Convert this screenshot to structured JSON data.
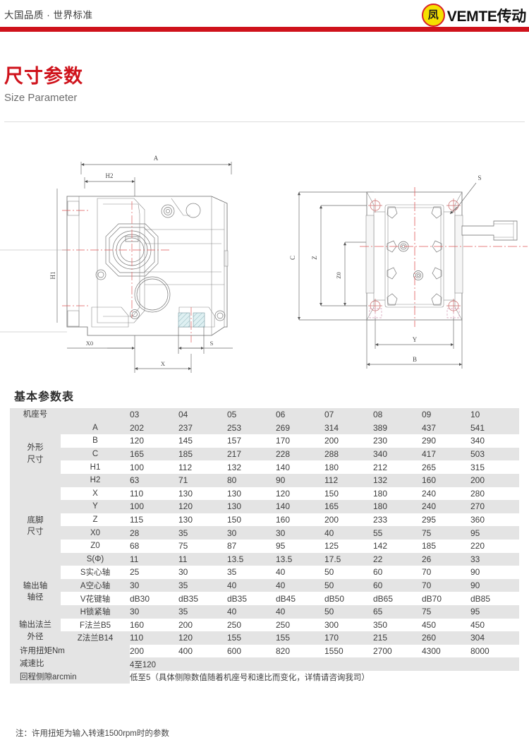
{
  "header": {
    "tagline": "大国品质 · 世界标准",
    "brand_mark_glyph": "凤",
    "brand_name": "VEMTE传动",
    "rule_color": "#cf121b",
    "mark_fill": "#f5e000",
    "mark_border": "#d8202a"
  },
  "title": {
    "cn": "尺寸参数",
    "en": "Size Parameter",
    "color": "#cf121b"
  },
  "drawings": {
    "front_view": {
      "name": "gearbox-front-view",
      "labels": {
        "A": "A",
        "H1": "H1",
        "H2": "H2",
        "X": "X",
        "X0": "X0",
        "S": "S"
      }
    },
    "top_view": {
      "name": "gearbox-top-view",
      "labels": {
        "B": "B",
        "C": "C",
        "Y": "Y",
        "Z": "Z",
        "Z0": "Z0",
        "S": "S"
      }
    }
  },
  "table": {
    "caption": "基本参数表",
    "header_label": "机座号",
    "models": [
      "03",
      "04",
      "05",
      "06",
      "07",
      "08",
      "09",
      "10"
    ],
    "groups": [
      {
        "label": "外形\n尺寸",
        "label_lines": [
          "外形",
          "尺寸"
        ],
        "rows": [
          {
            "name": "A",
            "values": [
              "202",
              "237",
              "253",
              "269",
              "314",
              "389",
              "437",
              "541"
            ]
          },
          {
            "name": "B",
            "values": [
              "120",
              "145",
              "157",
              "170",
              "200",
              "230",
              "290",
              "340"
            ]
          },
          {
            "name": "C",
            "values": [
              "165",
              "185",
              "217",
              "228",
              "288",
              "340",
              "417",
              "503"
            ]
          },
          {
            "name": "H1",
            "values": [
              "100",
              "112",
              "132",
              "140",
              "180",
              "212",
              "265",
              "315"
            ]
          },
          {
            "name": "H2",
            "values": [
              "63",
              "71",
              "80",
              "90",
              "112",
              "132",
              "160",
              "200"
            ]
          }
        ]
      },
      {
        "label_lines": [
          "底脚",
          "尺寸"
        ],
        "rows": [
          {
            "name": "X",
            "values": [
              "110",
              "130",
              "130",
              "120",
              "150",
              "180",
              "240",
              "280"
            ]
          },
          {
            "name": "Y",
            "values": [
              "100",
              "120",
              "130",
              "140",
              "165",
              "180",
              "240",
              "270"
            ]
          },
          {
            "name": "Z",
            "values": [
              "115",
              "130",
              "150",
              "160",
              "200",
              "233",
              "295",
              "360"
            ]
          },
          {
            "name": "X0",
            "values": [
              "28",
              "35",
              "30",
              "30",
              "40",
              "55",
              "75",
              "95"
            ]
          },
          {
            "name": "Z0",
            "values": [
              "68",
              "75",
              "87",
              "95",
              "125",
              "142",
              "185",
              "220"
            ]
          },
          {
            "name": "S(Φ)",
            "values": [
              "11",
              "11",
              "13.5",
              "13.5",
              "17.5",
              "22",
              "26",
              "33"
            ]
          }
        ]
      },
      {
        "label_lines": [
          "输出轴",
          "轴径"
        ],
        "rows": [
          {
            "name": "S实心轴",
            "values": [
              "25",
              "30",
              "35",
              "40",
              "50",
              "60",
              "70",
              "90"
            ]
          },
          {
            "name": "A空心轴",
            "values": [
              "30",
              "35",
              "40",
              "40",
              "50",
              "60",
              "70",
              "90"
            ]
          },
          {
            "name": "V花键轴",
            "values": [
              "dB30",
              "dB35",
              "dB35",
              "dB45",
              "dB50",
              "dB65",
              "dB70",
              "dB85"
            ]
          },
          {
            "name": "H锁紧轴",
            "values": [
              "30",
              "35",
              "40",
              "40",
              "50",
              "65",
              "75",
              "95"
            ]
          }
        ]
      },
      {
        "label_lines": [
          "输出法兰",
          "外径"
        ],
        "rows": [
          {
            "name": "F法兰B5",
            "values": [
              "160",
              "200",
              "250",
              "250",
              "300",
              "350",
              "450",
              "450"
            ]
          },
          {
            "name": "Z法兰B14",
            "values": [
              "110",
              "120",
              "155",
              "155",
              "170",
              "215",
              "260",
              "304"
            ]
          }
        ]
      }
    ],
    "single_rows": [
      {
        "name": "许用扭矩Nm",
        "values": [
          "200",
          "400",
          "600",
          "820",
          "1550",
          "2700",
          "4300",
          "8000"
        ]
      }
    ],
    "wide_rows": [
      {
        "name": "减速比",
        "text": "4至120"
      },
      {
        "name": "回程侧隙arcmin",
        "text": "低至5（具体侧隙数值随着机座号和速比而变化，详情请咨询我司）"
      }
    ],
    "note": "注：许用扭矩为输入转速1500rpm时的参数"
  }
}
